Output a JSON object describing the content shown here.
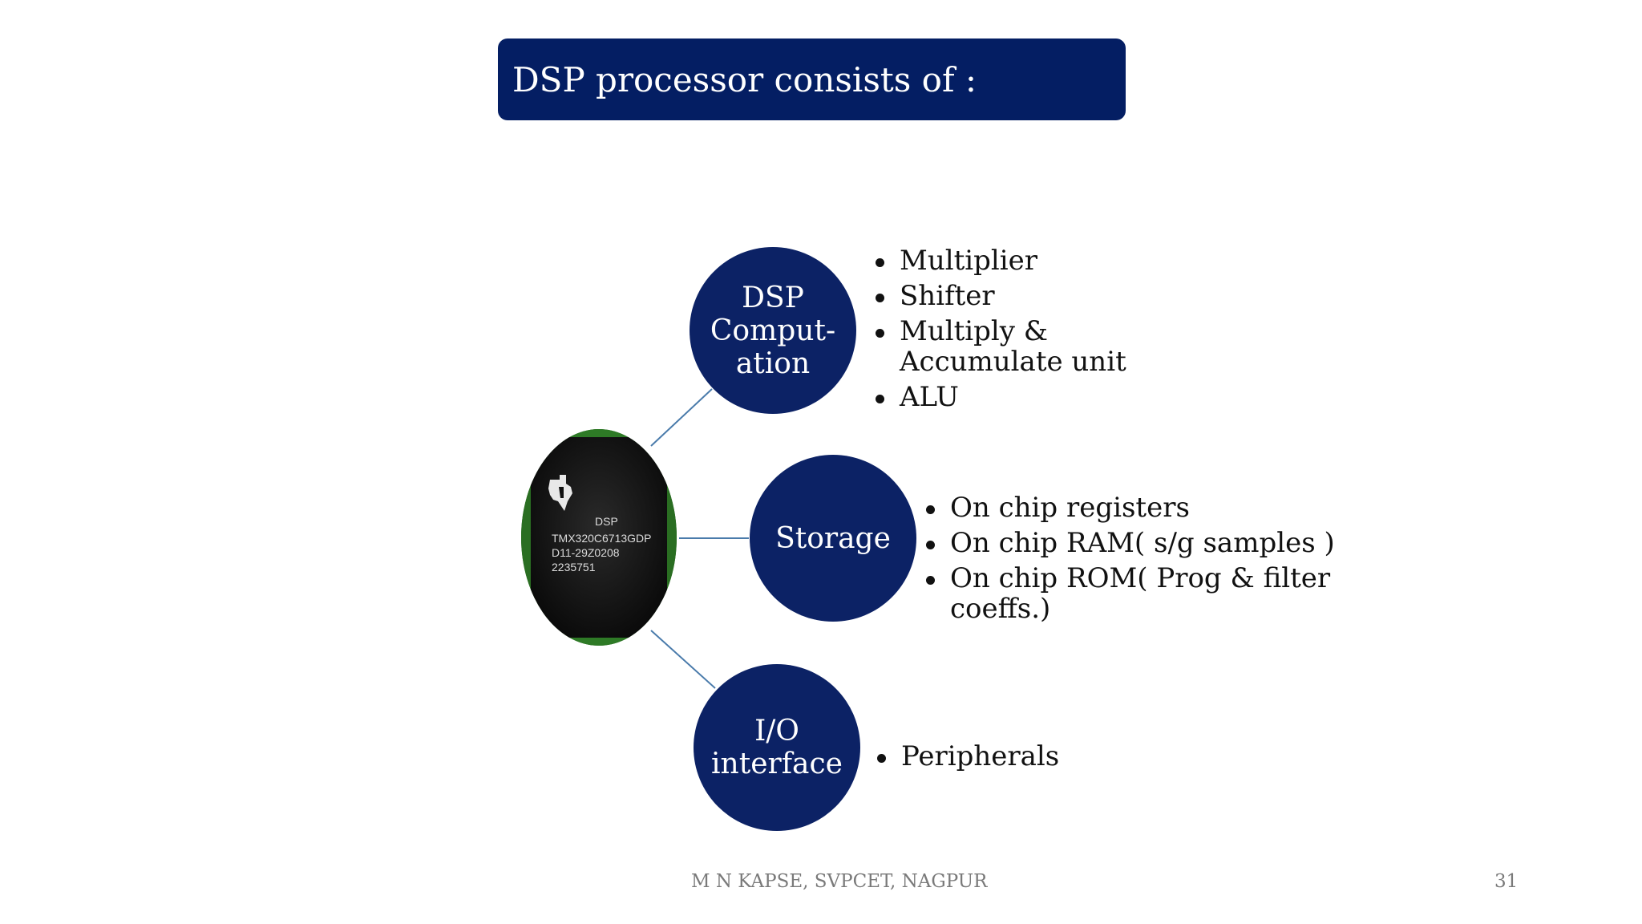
{
  "slide": {
    "title": "DSP processor consists of :",
    "colors": {
      "title_bg": "#041e63",
      "node_bg": "#0c2265",
      "connector": "#4a7bab"
    }
  },
  "chip": {
    "label_lines": [
      "DSP",
      "TMX320C6713GDP",
      "D11-29Z0208",
      "2235751"
    ],
    "logo_icon": "texas-instruments-logo-icon"
  },
  "nodes": [
    {
      "id": "dsp-computation",
      "label_lines": [
        "DSP",
        "Comput-",
        "ation"
      ],
      "bullets": [
        "Multiplier",
        "Shifter",
        "Multiply & Accumulate unit",
        "ALU"
      ]
    },
    {
      "id": "storage",
      "label_lines": [
        "Storage"
      ],
      "bullets": [
        "On chip registers",
        "On chip RAM( s/g samples )",
        "On chip ROM( Prog & filter coeffs.)"
      ]
    },
    {
      "id": "io-interface",
      "label_lines": [
        "I/O",
        "interface"
      ],
      "bullets": [
        "Peripherals"
      ]
    }
  ],
  "footer": {
    "author": "M N KAPSE, SVPCET, NAGPUR",
    "page_number": "31"
  }
}
